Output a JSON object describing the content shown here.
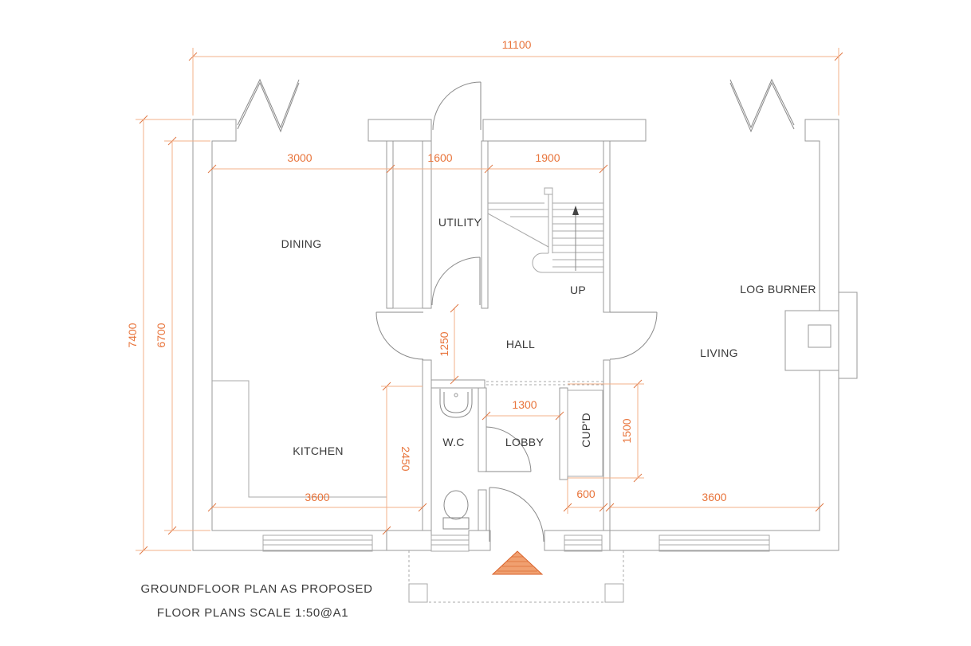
{
  "rooms": {
    "dining": "DINING",
    "utility": "UTILITY",
    "up": "UP",
    "log_burner": "LOG BURNER",
    "hall": "HALL",
    "living": "LIVING",
    "kitchen": "KITCHEN",
    "wc": "W.C",
    "lobby": "LOBBY",
    "cupboard": "CUP'D"
  },
  "dimensions": {
    "overall_width": "11100",
    "dining_width": "3000",
    "utility_width": "1600",
    "stair_width": "1900",
    "overall_depth": "7400",
    "internal_depth": "6700",
    "hall_depth": "1250",
    "lobby_width": "1300",
    "cupboard_depth": "1500",
    "kitchen_depth": "2450",
    "kitchen_width": "3600",
    "cupboard_width": "600",
    "living_width": "3600"
  },
  "captions": {
    "title": "GROUNDFLOOR PLAN AS PROPOSED",
    "scale": "FLOOR PLANS SCALE 1:50@A1"
  },
  "colors": {
    "dimension": "#e8743b",
    "wall": "#9a9a9a",
    "text": "#3a3a3a"
  }
}
